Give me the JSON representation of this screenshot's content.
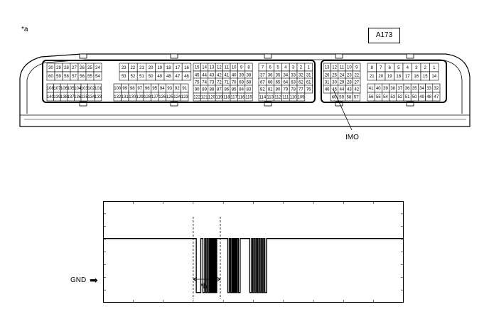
{
  "labels": {
    "corner": "*a",
    "connector_id": "A173",
    "imo": "IMO",
    "gnd": "GND",
    "marker": "*b",
    "arrow": "➡"
  },
  "connector": {
    "block1": {
      "row1": [
        "30",
        "29",
        "28",
        "27",
        "26",
        "25",
        "24"
      ],
      "row2": [
        "60",
        "59",
        "58",
        "57",
        "56",
        "55",
        "54"
      ],
      "row3": [
        "108",
        "107",
        "106",
        "105",
        "104",
        "103",
        "102",
        "101"
      ],
      "row4": [
        "140",
        "139",
        "138",
        "137",
        "136",
        "135",
        "134",
        "133"
      ]
    },
    "block2": {
      "row1": [
        "23",
        "22",
        "21",
        "20",
        "19",
        "18",
        "17",
        "16"
      ],
      "row2": [
        "53",
        "52",
        "51",
        "50",
        "49",
        "48",
        "47",
        "46"
      ],
      "row3": [
        "100",
        "99",
        "98",
        "97",
        "96",
        "95",
        "94",
        "93",
        "92",
        "91"
      ],
      "row4": [
        "132",
        "131",
        "130",
        "129",
        "128",
        "127",
        "126",
        "125",
        "124",
        "123"
      ]
    },
    "block3": {
      "row1": [
        "15",
        "14",
        "13",
        "12",
        "11",
        "10",
        "9",
        "8"
      ],
      "row2": [
        "45",
        "44",
        "43",
        "42",
        "41",
        "40",
        "39",
        "38"
      ],
      "row3": [
        "75",
        "74",
        "73",
        "72",
        "71",
        "70",
        "69",
        "68"
      ],
      "row4": [
        "90",
        "89",
        "88",
        "87",
        "86",
        "85",
        "84",
        "83"
      ],
      "row5": [
        "122",
        "121",
        "120",
        "119",
        "118",
        "117",
        "116",
        "115"
      ]
    },
    "block4": {
      "row1": [
        "7",
        "6",
        "5",
        "4",
        "3",
        "2",
        "1"
      ],
      "row2": [
        "37",
        "36",
        "35",
        "34",
        "33",
        "32",
        "31"
      ],
      "row3": [
        "67",
        "66",
        "65",
        "64",
        "63",
        "62",
        "61"
      ],
      "row4": [
        "82",
        "81",
        "80",
        "79",
        "78",
        "77",
        "76"
      ],
      "row5": [
        "114",
        "113",
        "112",
        "111",
        "110",
        "109"
      ]
    },
    "block5": {
      "row1": [
        "13",
        "12",
        "11",
        "10",
        "9"
      ],
      "row2": [
        "26",
        "25",
        "24",
        "23",
        "22"
      ],
      "row3": [
        "31",
        "30",
        "29",
        "28",
        "27"
      ],
      "row4": [
        "46",
        "45",
        "44",
        "43",
        "42"
      ],
      "row5": [
        "60",
        "59",
        "58",
        "57"
      ]
    },
    "block6": {
      "row1": [
        "8",
        "7",
        "6",
        "5",
        "4",
        "3",
        "2",
        "1"
      ],
      "row2": [
        "21",
        "20",
        "19",
        "18",
        "17",
        "16",
        "15",
        "14"
      ],
      "row4": [
        "41",
        "40",
        "39",
        "38",
        "37",
        "36",
        "35",
        "34",
        "33",
        "32"
      ],
      "row5": [
        "56",
        "55",
        "54",
        "53",
        "52",
        "51",
        "50",
        "49",
        "48",
        "47"
      ]
    }
  },
  "waveform": {
    "grid_cols": 10,
    "grid_rows": 8,
    "high_level": 5,
    "low_level": 0,
    "pulses": [
      [
        3.1,
        3.25
      ],
      [
        3.32,
        3.38
      ],
      [
        3.42,
        3.46
      ],
      [
        3.5,
        3.54
      ],
      [
        3.57,
        3.6
      ],
      [
        3.63,
        3.66
      ],
      [
        3.69,
        3.72
      ],
      [
        3.75,
        3.78
      ],
      [
        4.15,
        4.2
      ],
      [
        4.24,
        4.28
      ],
      [
        4.31,
        4.34
      ],
      [
        4.37,
        4.4
      ],
      [
        4.43,
        4.46
      ],
      [
        4.5,
        4.56
      ],
      [
        4.88,
        4.94
      ],
      [
        4.98,
        5.02
      ],
      [
        5.06,
        5.1
      ],
      [
        5.14,
        5.18
      ],
      [
        5.22,
        5.26
      ],
      [
        5.3,
        5.34
      ],
      [
        5.38,
        5.44
      ]
    ],
    "marker_start": 3.0,
    "marker_end": 3.9
  }
}
